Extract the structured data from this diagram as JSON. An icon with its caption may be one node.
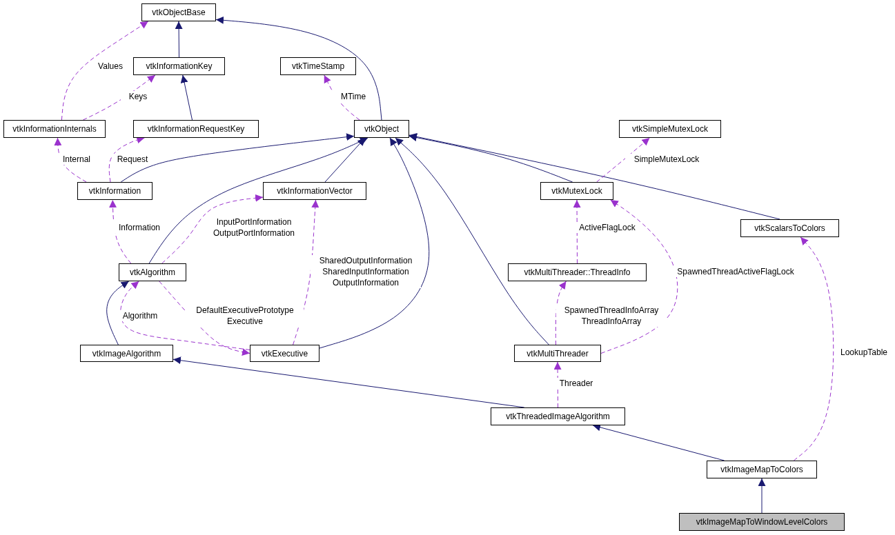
{
  "diagram": {
    "nodes": [
      {
        "text": [
          "vtkObjectBase"
        ]
      },
      {
        "text": [
          "vtkInformationKey"
        ]
      },
      {
        "text": [
          "vtkTimeStamp"
        ]
      },
      {
        "text": [
          "vtkInformationInternals"
        ]
      },
      {
        "text": [
          "vtkInformationRequestKey"
        ]
      },
      {
        "text": [
          "vtkObject"
        ]
      },
      {
        "text": [
          "vtkSimpleMutexLock"
        ]
      },
      {
        "text": [
          "vtkInformation"
        ]
      },
      {
        "text": [
          "vtkInformationVector"
        ]
      },
      {
        "text": [
          "vtkMutexLock"
        ]
      },
      {
        "text": [
          "vtkScalarsToColors"
        ]
      },
      {
        "text": [
          "vtkAlgorithm"
        ]
      },
      {
        "text": [
          "vtkMultiThreader::ThreadInfo"
        ]
      },
      {
        "text": [
          "vtkImageAlgorithm"
        ]
      },
      {
        "text": [
          "vtkExecutive"
        ]
      },
      {
        "text": [
          "vtkMultiThreader"
        ]
      },
      {
        "text": [
          "vtkThreadedImageAlgorithm"
        ]
      },
      {
        "text": [
          "vtkImageMapToColors"
        ]
      },
      {
        "text": [
          "vtkImageMapToWindowLevelColors"
        ]
      }
    ],
    "edges": [
      {
        "from": 1,
        "to": 0,
        "arrow": "to",
        "color": "#191970"
      },
      {
        "from": 4,
        "to": 1,
        "arrow": "to",
        "color": "#191970"
      },
      {
        "from": 5,
        "to": 0,
        "arrow": "to",
        "color": "#191970"
      },
      {
        "from": 7,
        "to": 5,
        "arrow": "to",
        "color": "#191970"
      },
      {
        "from": 8,
        "to": 5,
        "arrow": "to",
        "color": "#191970"
      },
      {
        "from": 11,
        "to": 5,
        "arrow": "to",
        "color": "#191970"
      },
      {
        "from": 14,
        "to": 5,
        "arrow": "to",
        "color": "#191970"
      },
      {
        "from": 15,
        "to": 5,
        "arrow": "to",
        "color": "#191970"
      },
      {
        "from": 9,
        "to": 5,
        "arrow": "to",
        "color": "#191970"
      },
      {
        "from": 10,
        "to": 5,
        "arrow": "to",
        "color": "#191970"
      },
      {
        "from": 13,
        "to": 11,
        "arrow": "to",
        "color": "#191970"
      },
      {
        "from": 16,
        "to": 13,
        "arrow": "to",
        "color": "#191970"
      },
      {
        "from": 17,
        "to": 16,
        "arrow": "to",
        "color": "#191970"
      },
      {
        "from": 18,
        "to": 17,
        "arrow": "to",
        "color": "#191970"
      },
      {
        "from": 3,
        "to": 0,
        "arrow": "to",
        "style": "dashed",
        "label": "Values"
      },
      {
        "from": 3,
        "to": 1,
        "arrow": "to",
        "style": "dashed",
        "label": "Keys"
      },
      {
        "from": 5,
        "to": 2,
        "arrow": "to",
        "style": "dashed",
        "label": "MTime"
      },
      {
        "from": 7,
        "to": 3,
        "arrow": "to",
        "style": "dashed",
        "label": "Internal"
      },
      {
        "from": 7,
        "to": 4,
        "arrow": "to",
        "style": "dashed",
        "label": "Request"
      },
      {
        "from": 11,
        "to": 7,
        "arrow": "to",
        "style": "dashed",
        "label": "Information"
      },
      {
        "from": 11,
        "to": 8,
        "arrow": "to",
        "style": "dashed",
        "label": "InputPortInformation OutputPortInformation"
      },
      {
        "from": 14,
        "to": 8,
        "arrow": "to",
        "style": "dashed",
        "label": "SharedOutputInformation SharedInputInformation OutputInformation"
      },
      {
        "from": 14,
        "to": 11,
        "arrow": "to",
        "style": "dashed",
        "label": "Algorithm"
      },
      {
        "from": 11,
        "to": 14,
        "arrow": "to",
        "style": "dashed",
        "label": "DefaultExecutivePrototype Executive"
      },
      {
        "from": 9,
        "to": 6,
        "arrow": "to",
        "style": "dashed",
        "label": "SimpleMutexLock"
      },
      {
        "from": 12,
        "to": 9,
        "arrow": "to",
        "style": "dashed",
        "label": "ActiveFlagLock"
      },
      {
        "from": 15,
        "to": 9,
        "arrow": "to",
        "style": "dashed",
        "label": "SpawnedThreadActiveFlagLock"
      },
      {
        "from": 15,
        "to": 12,
        "arrow": "to",
        "style": "dashed",
        "label": "SpawnedThreadInfoArray ThreadInfoArray"
      },
      {
        "from": 16,
        "to": 15,
        "arrow": "to",
        "style": "dashed",
        "label": "Threader"
      },
      {
        "from": 17,
        "to": 10,
        "arrow": "to",
        "style": "dashed",
        "label": "LookupTable"
      }
    ]
  }
}
